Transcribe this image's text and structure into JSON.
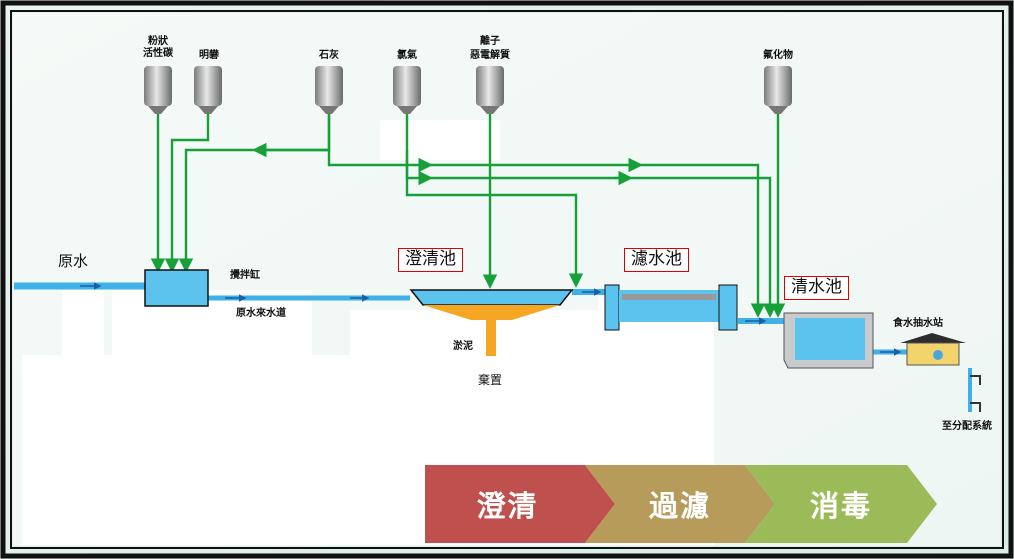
{
  "chemicals": {
    "pac": "粉狀\n活性碳",
    "alum": "明礬",
    "lime": "石灰",
    "chlorine": "氯氣",
    "ion_line1": "離子",
    "ion_line2": "惡電解質",
    "fluoride": "氟化物"
  },
  "labels": {
    "raw_water": "原水",
    "mixing_tank": "攪拌缸",
    "raw_channel": "原水來水道",
    "clarifier": "澄清池",
    "filter": "濾水池",
    "clear_well": "清水池",
    "sludge": "淤泥",
    "disposal": "棄置",
    "pump_station": "食水抽水站",
    "distribution": "至分配系統"
  },
  "steps": [
    "澄清",
    "過濾",
    "消毒"
  ],
  "colors": {
    "pipe_green": "#17a03a",
    "water_blue": "#3fb1e6",
    "tank_blue": "#5cc3ee",
    "sludge_orange": "#f5a623",
    "step1": "#c0504d",
    "step2": "#b79b5a",
    "step3": "#9bbb59",
    "border": "#111111"
  }
}
